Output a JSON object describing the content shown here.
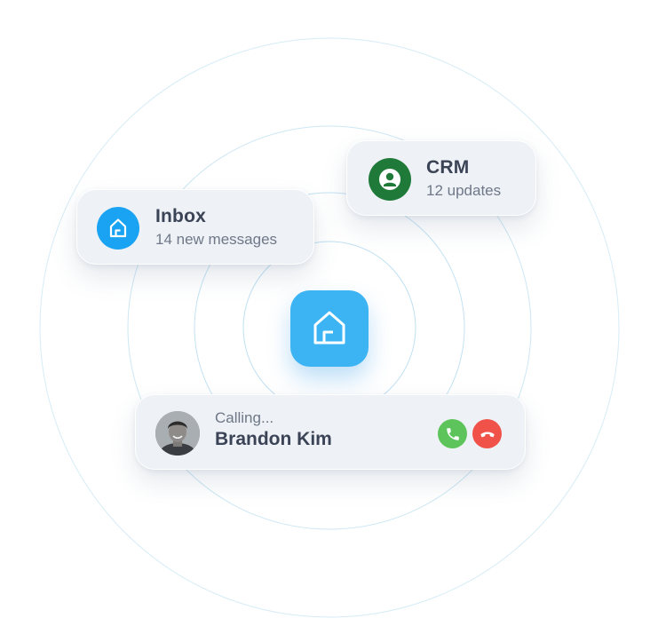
{
  "inbox_card": {
    "title": "Inbox",
    "subtitle": "14 new messages",
    "icon": "home-icon",
    "icon_color": "#1aa3f2"
  },
  "crm_card": {
    "title": "CRM",
    "subtitle": "12 updates",
    "icon": "user-icon",
    "icon_color": "#1f7a3a"
  },
  "center_app": {
    "icon": "home-icon",
    "color": "#3cb4f3"
  },
  "call_card": {
    "status": "Calling...",
    "caller_name": "Brandon Kim",
    "avatar": "avatar-photo",
    "accept_icon": "phone-icon",
    "accept_color": "#5cc45a",
    "decline_icon": "phone-hangup-icon",
    "decline_color": "#f0524a"
  },
  "colors": {
    "ring": "#bfe3f5",
    "card_bg": "#eef1f5",
    "title_text": "#3b4456",
    "sub_text": "#6f7888"
  }
}
